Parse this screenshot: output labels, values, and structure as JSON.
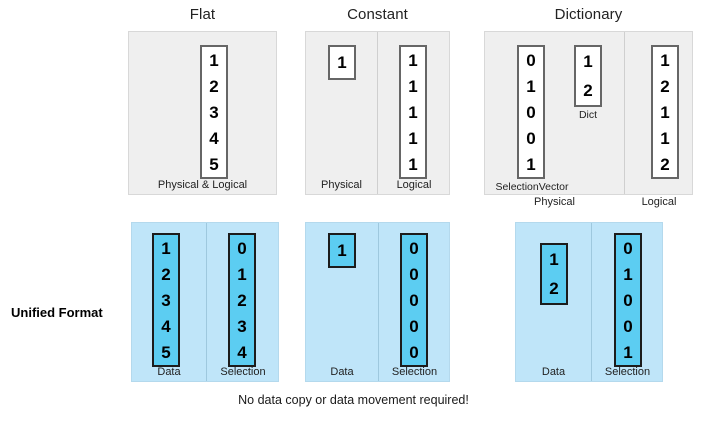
{
  "figure": {
    "row_label": "Unified Format",
    "footnote": "No data copy or data movement required!"
  },
  "columns": [
    {
      "id": "flat",
      "title": "Flat",
      "physical_row": {
        "regions": [
          {
            "caption": "Physical & Logical",
            "boxes": [
              {
                "name": "flat-values",
                "values": [
                  "1",
                  "2",
                  "3",
                  "4",
                  "5"
                ],
                "label": ""
              }
            ]
          }
        ]
      },
      "unified_row": {
        "regions": [
          {
            "caption": "Data",
            "boxes": [
              {
                "name": "flat-unified-data",
                "values": [
                  "1",
                  "2",
                  "3",
                  "4",
                  "5"
                ],
                "label": ""
              }
            ]
          },
          {
            "caption": "Selection",
            "boxes": [
              {
                "name": "flat-unified-selection",
                "values": [
                  "0",
                  "1",
                  "2",
                  "3",
                  "4"
                ],
                "label": ""
              }
            ]
          }
        ]
      }
    },
    {
      "id": "constant",
      "title": "Constant",
      "physical_row": {
        "regions": [
          {
            "caption": "Physical",
            "boxes": [
              {
                "name": "constant-physical-value",
                "values": [
                  "1"
                ],
                "label": ""
              }
            ]
          },
          {
            "caption": "Logical",
            "boxes": [
              {
                "name": "constant-logical-values",
                "values": [
                  "1",
                  "1",
                  "1",
                  "1",
                  "1"
                ],
                "label": ""
              }
            ]
          }
        ]
      },
      "unified_row": {
        "regions": [
          {
            "caption": "Data",
            "boxes": [
              {
                "name": "constant-unified-data",
                "values": [
                  "1"
                ],
                "label": ""
              }
            ]
          },
          {
            "caption": "Selection",
            "boxes": [
              {
                "name": "constant-unified-selection",
                "values": [
                  "0",
                  "0",
                  "0",
                  "0",
                  "0"
                ],
                "label": ""
              }
            ]
          }
        ]
      }
    },
    {
      "id": "dictionary",
      "title": "Dictionary",
      "physical_row": {
        "regions": [
          {
            "caption": "Physical",
            "boxes": [
              {
                "name": "dictionary-selection-vector",
                "values": [
                  "0",
                  "1",
                  "0",
                  "0",
                  "1"
                ],
                "label": "SelectionVector"
              },
              {
                "name": "dictionary-dict",
                "values": [
                  "1",
                  "2"
                ],
                "label": "Dict"
              }
            ]
          },
          {
            "caption": "Logical",
            "boxes": [
              {
                "name": "dictionary-logical-values",
                "values": [
                  "1",
                  "2",
                  "1",
                  "1",
                  "2"
                ],
                "label": ""
              }
            ]
          }
        ]
      },
      "unified_row": {
        "regions": [
          {
            "caption": "Data",
            "boxes": [
              {
                "name": "dictionary-unified-data",
                "values": [
                  "1",
                  "2"
                ],
                "label": ""
              }
            ]
          },
          {
            "caption": "Selection",
            "boxes": [
              {
                "name": "dictionary-unified-selection",
                "values": [
                  "0",
                  "1",
                  "0",
                  "0",
                  "1"
                ],
                "label": ""
              }
            ]
          }
        ]
      }
    }
  ],
  "colors": {
    "panel_gray": "#efefef",
    "panel_blue": "#bfe5f9",
    "box_cyan": "#5ccdf2",
    "box_white": "#ffffff",
    "box_border": "#666666"
  }
}
